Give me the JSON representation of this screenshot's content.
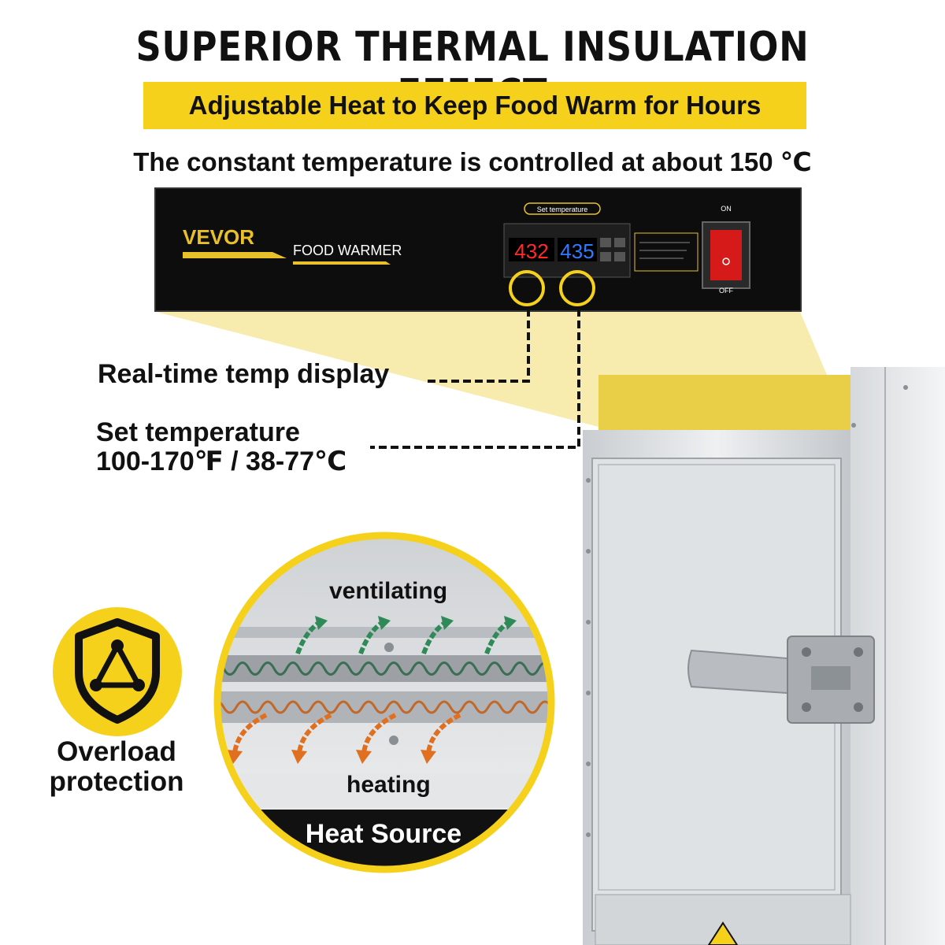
{
  "headline": "SUPERIOR THERMAL INSULATION EFFECT",
  "banner": "Adjustable Heat to Keep Food Warm for Hours",
  "subline": "The constant temperature is controlled at about 150 ℃",
  "panel": {
    "brand": "VEVOR",
    "product": "FOOD WARMER",
    "set_temp_caption": "Set temperature",
    "display_actual": "432",
    "display_set": "435",
    "switch_on": "ON",
    "switch_off": "OFF"
  },
  "labels": {
    "realtime": "Real-time temp display",
    "set_temp_line1": "Set temperature",
    "set_temp_line2": "100-170℉ / 38-77℃"
  },
  "feature": {
    "overload_line1": "Overload",
    "overload_line2": "protection"
  },
  "heat_diagram": {
    "ventilating": "ventilating",
    "heating": "heating",
    "source": "Heat Source"
  },
  "colors": {
    "accent_yellow": "#f6d11b",
    "vent_arrow": "#2e8b57",
    "heat_arrow": "#e07020",
    "display_red": "#ff2a2a",
    "display_blue": "#2f7bff"
  },
  "icons": [
    "shield-triangle-icon",
    "warning-triangle-icon"
  ]
}
